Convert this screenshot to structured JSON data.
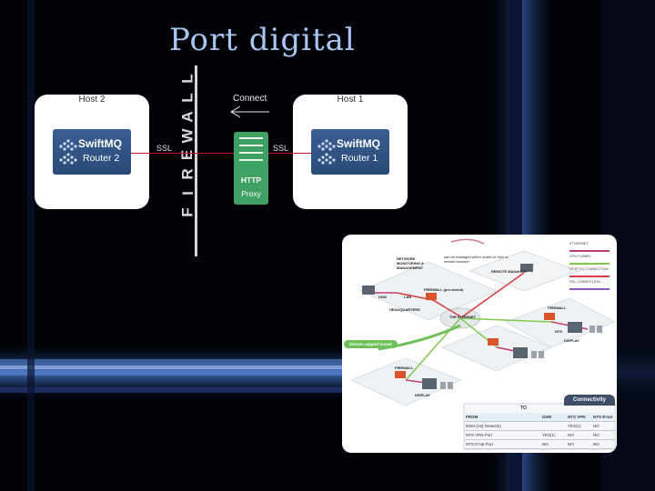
{
  "slide": {
    "title": "Port digital",
    "firewall_letters": [
      "F",
      "I",
      "R",
      "E",
      "W",
      "A",
      "L",
      "L"
    ]
  },
  "diagram": {
    "host2": {
      "label": "Host 2",
      "router_name": "SwiftMQ",
      "router_sub": "Router 2"
    },
    "host1": {
      "label": "Host 1",
      "router_name": "SwiftMQ",
      "router_sub": "Router 1"
    },
    "connect_label": "Connect",
    "ssl_left": "SSL",
    "ssl_right": "SSL",
    "proxy": {
      "title": "HTTP",
      "sub": "Proxy"
    },
    "colors": {
      "proxy": "#3fa162",
      "link": "#c8102e",
      "router": "#2f5285"
    }
  },
  "network_panel": {
    "legend": [
      {
        "label": "ETHERNET",
        "color": "#c23b6e"
      },
      {
        "label": "VPN TUNNEL",
        "color": "#7ec850"
      },
      {
        "label": "HTTP (S) CONNECTION",
        "color": "#d83c3c"
      },
      {
        "label": "SSL CONNECTION",
        "color": "#8a5ac2"
      }
    ],
    "node_labels": {
      "remote_note": "can be managed either onsite or from a remote browser",
      "network_mgmt": "NETWORK MONITORING & MANAGEMENT",
      "remote_manager": "REMOTE MANAGER",
      "firewall_hq": "FIREWALL (pre-tested)",
      "dsm": "DSM",
      "lan": "LAN",
      "headquarters": "HEADQUARTERS",
      "internet": "THE INTERNET",
      "firewall": "FIREWALL",
      "nts": "NTS",
      "display": "DISPLAY"
    },
    "tunnel_label": "Secure capped tunnel",
    "connectivity": {
      "title": "Connectivity",
      "to_label": "TO",
      "header": [
        "FROM",
        "DSM",
        "NTS VPN",
        "NTS E'nat"
      ],
      "rows": [
        [
          "DSM (HQ Network)",
          "",
          "YES(1)",
          "NO"
        ],
        [
          "NTS VPN Port",
          "YES(1)",
          "NO",
          "NO"
        ],
        [
          "NTS E'nat Port",
          "NO",
          "NO",
          "NO"
        ]
      ]
    }
  }
}
